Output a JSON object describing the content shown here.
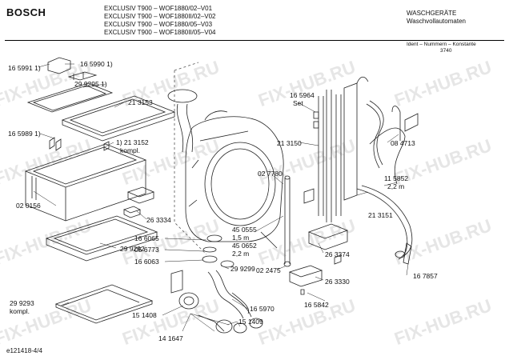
{
  "header": {
    "brand": "BOSCH",
    "models": [
      "EXCLUSIV T900 – WOF1880/02–V01",
      "EXCLUSIV T900 – WOF1880II/02–V02",
      "EXCLUSIV T900 – WOF1880/05–V03",
      "EXCLUSIV T900 – WOF1880II/05–V04"
    ],
    "category": "WASCHGERÄTE",
    "subcategory": "Waschvollautomaten",
    "ident_label": "Ident – Nummern – Konstante",
    "ident_value": "3740"
  },
  "footer": {
    "diagram_id": "e121418-4/4"
  },
  "watermark": "FIX-HUB.RU",
  "parts": [
    {
      "id": "p1",
      "text": "16 5990 1)"
    },
    {
      "id": "p2",
      "text": "16 5991 1)"
    },
    {
      "id": "p3",
      "text": "29 9295 1)"
    },
    {
      "id": "p4",
      "text": "21 3153"
    },
    {
      "id": "p5",
      "text": "16 5989 1)"
    },
    {
      "id": "p6",
      "text": "1) 21 3152"
    },
    {
      "id": "p7",
      "text": "kompl."
    },
    {
      "id": "p8",
      "text": "02 0156"
    },
    {
      "id": "p9",
      "text": "26 3334"
    },
    {
      "id": "p10",
      "text": "29 9292"
    },
    {
      "id": "p11",
      "text": "29 9293"
    },
    {
      "id": "p12",
      "text": "kompl."
    },
    {
      "id": "p13",
      "text": "16 6065"
    },
    {
      "id": "p14",
      "text": "05 6773"
    },
    {
      "id": "p15",
      "text": "16 6063"
    },
    {
      "id": "p16",
      "text": "29 9299"
    },
    {
      "id": "p17",
      "text": "15 1408"
    },
    {
      "id": "p18",
      "text": "14 1647"
    },
    {
      "id": "p19",
      "text": "15 1409"
    },
    {
      "id": "p20",
      "text": "16 5970"
    },
    {
      "id": "p21",
      "text": "45 0555"
    },
    {
      "id": "p22",
      "text": "1,5 m"
    },
    {
      "id": "p23",
      "text": "45 0652"
    },
    {
      "id": "p24",
      "text": "2,2 m"
    },
    {
      "id": "p25",
      "text": "02 7780"
    },
    {
      "id": "p26",
      "text": "02 2475"
    },
    {
      "id": "p27",
      "text": "16 5964"
    },
    {
      "id": "p28",
      "text": "Set"
    },
    {
      "id": "p29",
      "text": "21 3150"
    },
    {
      "id": "p30",
      "text": "08 4713"
    },
    {
      "id": "p31",
      "text": "11 5852"
    },
    {
      "id": "p32",
      "text": "2,2 m"
    },
    {
      "id": "p33",
      "text": "21 3151"
    },
    {
      "id": "p34",
      "text": "26 3374"
    },
    {
      "id": "p35",
      "text": "26 3330"
    },
    {
      "id": "p36",
      "text": "16 7857"
    },
    {
      "id": "p37",
      "text": "16 5842"
    }
  ]
}
